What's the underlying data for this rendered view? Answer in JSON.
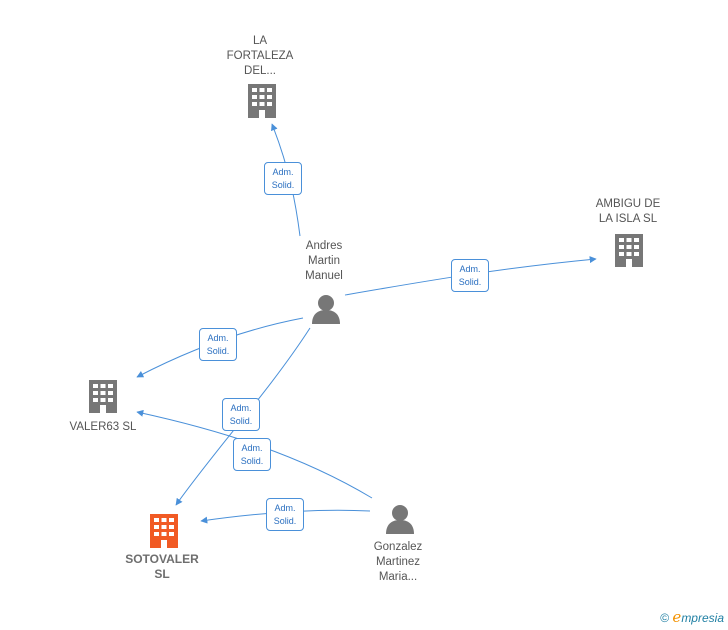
{
  "colors": {
    "edge": "#4a90d9",
    "company_icon": "#777777",
    "main_company_icon": "#f15a24",
    "person_icon": "#777777",
    "brand_accent": "#f39200",
    "brand_text": "#1f7fa3"
  },
  "nodes": {
    "fortaleza": {
      "label": "LA\nFORTALEZA\nDEL...",
      "icon": "building-icon"
    },
    "ambigu": {
      "label": "AMBIGU DE\nLA ISLA SL",
      "icon": "building-icon"
    },
    "andres": {
      "label": "Andres\nMartin\nManuel",
      "icon": "person-icon"
    },
    "valer63": {
      "label": "VALER63  SL",
      "icon": "building-icon"
    },
    "sotovaler": {
      "label": "SOTOVALER\nSL",
      "icon": "building-icon"
    },
    "gonzalez": {
      "label": "Gonzalez\nMartinez\nMaria...",
      "icon": "person-icon"
    }
  },
  "edges": [
    {
      "from": "andres",
      "to": "fortaleza",
      "label": "Adm.\nSolid."
    },
    {
      "from": "andres",
      "to": "ambigu",
      "label": "Adm.\nSolid."
    },
    {
      "from": "andres",
      "to": "valer63",
      "label": "Adm.\nSolid."
    },
    {
      "from": "andres",
      "to": "sotovaler",
      "label": "Adm.\nSolid."
    },
    {
      "from": "gonzalez",
      "to": "valer63",
      "label": "Adm.\nSolid."
    },
    {
      "from": "gonzalez",
      "to": "sotovaler",
      "label": "Adm.\nSolid."
    }
  ],
  "footer": {
    "copyright_symbol": "©",
    "brand_initial": "e",
    "brand_rest": "mpresia"
  }
}
